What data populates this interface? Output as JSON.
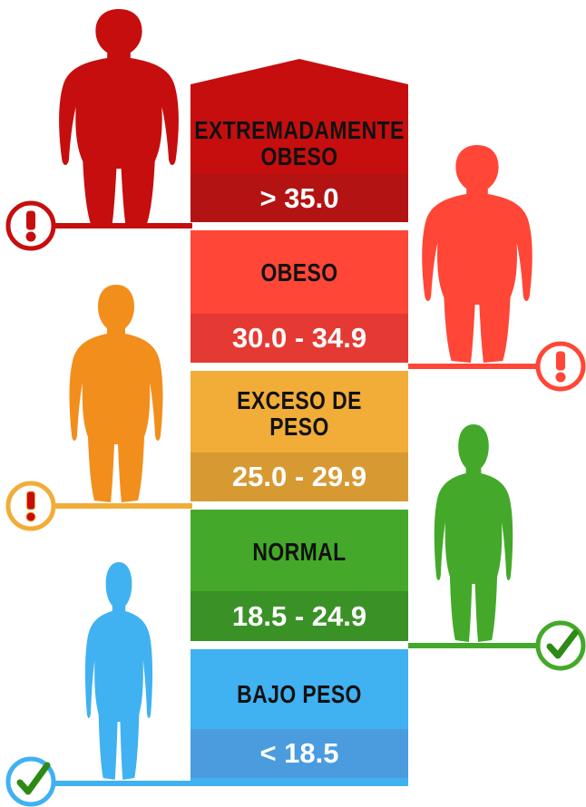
{
  "categories": [
    {
      "name": "EXTREMADAMENTE\nOBESO",
      "range": "> 35.0",
      "color": "#c60e0e",
      "status": "warning"
    },
    {
      "name": "OBESO",
      "range": "30.0 - 34.9",
      "color": "#ff4637",
      "status": "warning"
    },
    {
      "name": "EXCESO DE PESO",
      "range": "25.0 - 29.9",
      "color": "#f1ad38",
      "status": "warning"
    },
    {
      "name": "NORMAL",
      "range": "18.5 - 24.9",
      "color": "#44a92a",
      "status": "ok"
    },
    {
      "name": "BAJO PESO",
      "range": "< 18.5",
      "color": "#40b1f1",
      "status": "ok"
    }
  ],
  "icons": {
    "warning": "exclamation-icon",
    "ok": "checkmark-icon"
  }
}
